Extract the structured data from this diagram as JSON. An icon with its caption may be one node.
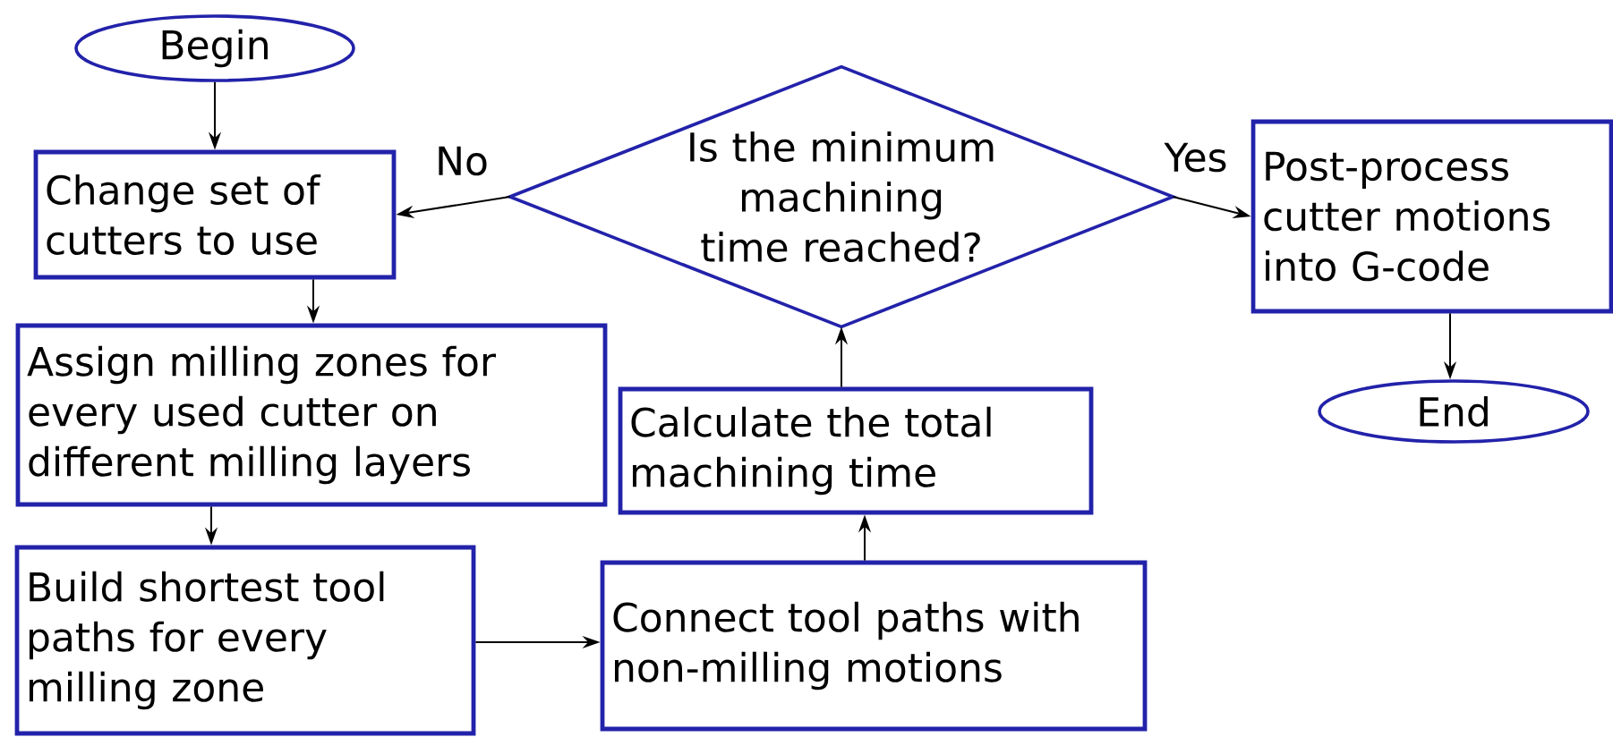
{
  "diagram": {
    "nodes": [
      {
        "text": [
          "Begin"
        ]
      },
      {
        "text": [
          "Change set of cutters to use"
        ]
      },
      {
        "text": [
          "Is the minimum machining time reached?"
        ]
      },
      {
        "text": [
          "Post-process cutter motions into G-code"
        ]
      },
      {
        "text": [
          "Assign milling zones for every used cutter on different milling layers"
        ]
      },
      {
        "text": [
          "End"
        ]
      },
      {
        "text": [
          "Calculate the total machining time"
        ]
      },
      {
        "text": [
          "Build shortest tool paths for every milling zone"
        ]
      },
      {
        "text": [
          "Connect tool paths with non-milling motions"
        ]
      }
    ],
    "edges": [
      {
        "from": 0,
        "to": 1,
        "arrow": "to"
      },
      {
        "from": 1,
        "to": 4,
        "arrow": "to"
      },
      {
        "from": 4,
        "to": 7,
        "arrow": "to"
      },
      {
        "from": 7,
        "to": 8,
        "arrow": "to"
      },
      {
        "from": 8,
        "to": 6,
        "arrow": "to"
      },
      {
        "from": 6,
        "to": 2,
        "arrow": "to"
      },
      {
        "from": 2,
        "to": 1,
        "arrow": "to",
        "label": "No"
      },
      {
        "from": 2,
        "to": 3,
        "arrow": "to",
        "label": "Yes"
      },
      {
        "from": 3,
        "to": 5,
        "arrow": "to"
      }
    ]
  }
}
